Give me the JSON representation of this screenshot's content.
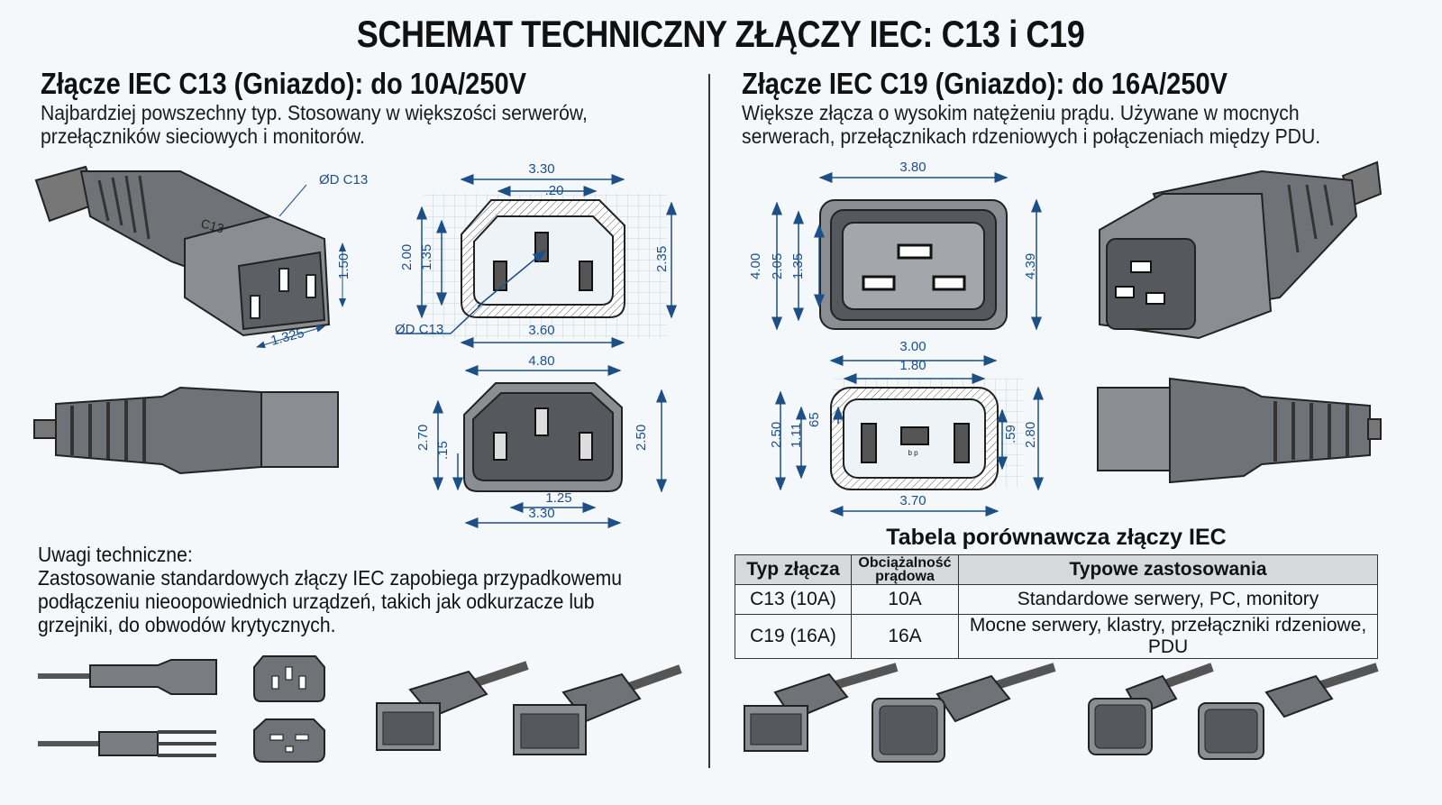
{
  "title": "SCHEMAT TECHNICZNY ZŁĄCZY IEC: C13 i C19",
  "left": {
    "heading": "Złącze IEC C13 (Gniazdo): do 10A/250V",
    "desc_line1": "Najbardziej powszechny typ. Stosowany w większości serwerów,",
    "desc_line2": "przełączników sieciowych i monitorów.",
    "plug_label": "C13",
    "plug_dims": {
      "diameter": "ØD C13",
      "height": "1.50",
      "pitch": "1.325"
    },
    "top_diagram": {
      "width_top": "3.30",
      "pin_gap": ".20",
      "h_outer": "2.00",
      "h_inner": "1.35",
      "h_right": "2.35",
      "width_bottom": "3.60",
      "diameter": "ØD C13"
    },
    "bottom_diagram": {
      "width_top": "4.80",
      "h_left": "2.70",
      "offset": ".15",
      "h_right": "2.50",
      "pin_spacing": "1.25",
      "width_bottom": "3.30"
    }
  },
  "right": {
    "heading": "Złącze IEC C19 (Gniazdo): do 16A/250V",
    "desc_line1": "Większe złącza o wysokim natężeniu prądu. Używane w mocnych",
    "desc_line2": "serwerach, przełącznikach rdzeniowych i połączeniach między PDU.",
    "top_diagram": {
      "width_top": "3.80",
      "h_outer": "4.00",
      "h_mid": "2.05",
      "h_inner": "1.35",
      "h_right": "4.39",
      "width_bottom": "3.00"
    },
    "bottom_diagram": {
      "width_top": "1.80",
      "h_outer": "2.50",
      "h_inner": "1.11",
      "pin_offset": "65",
      "pin_h": ".59",
      "h_right": "2.80",
      "width_bottom": "3.70",
      "pin_mark": "b p"
    }
  },
  "notes": {
    "heading": "Uwagi techniczne:",
    "line1": "Zastosowanie standardowych złączy IEC zapobiega przypadkowemu",
    "line2": "podłączeniu nieoopowiednich urządzeń, takich jak odkurzacze lub",
    "line3": "grzejniki, do obwodów krytycznych."
  },
  "table": {
    "title": "Tabela porównawcza złączy IEC",
    "headers": [
      "Typ złącza",
      "Obciążalność prądowa",
      "Typowe zastosowania"
    ],
    "rows": [
      [
        "C13 (10A)",
        "10A",
        "Standardowe serwery, PC, monitory"
      ],
      [
        "C19 (16A)",
        "16A",
        "Mocne serwery, klastry, przełączniki rdzeniowe, PDU"
      ]
    ]
  },
  "colors": {
    "dimension": "#1d4f86",
    "plug": "#6f7378",
    "background": "#f4f8fb"
  }
}
